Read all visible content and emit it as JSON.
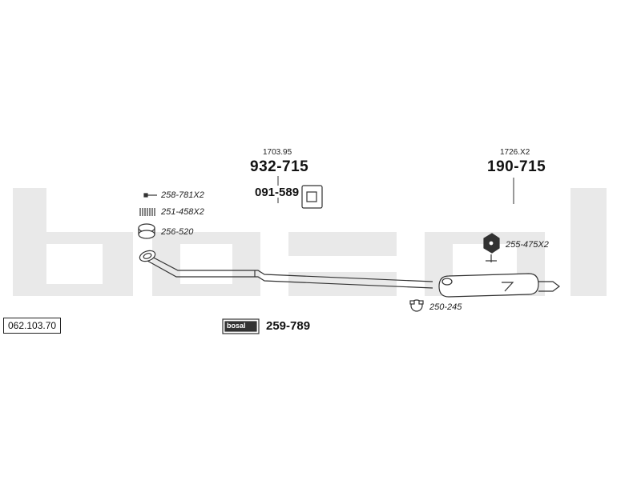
{
  "watermark_text": "bosal",
  "catalog_number": "062.103.70",
  "parts": {
    "main_pipe_ref": "1703.95",
    "main_pipe_number": "932-715",
    "bracket_number": "091-589",
    "rear_muffler_ref": "1726.X2",
    "rear_muffler_number": "190-715",
    "bolt": "258-781X2",
    "spring": "251-458X2",
    "gasket": "256-520",
    "clamp": "250-245",
    "rubber_mount": "255-475X2",
    "mounting_kit": "259-789",
    "mounting_kit_badge": "bosal"
  }
}
